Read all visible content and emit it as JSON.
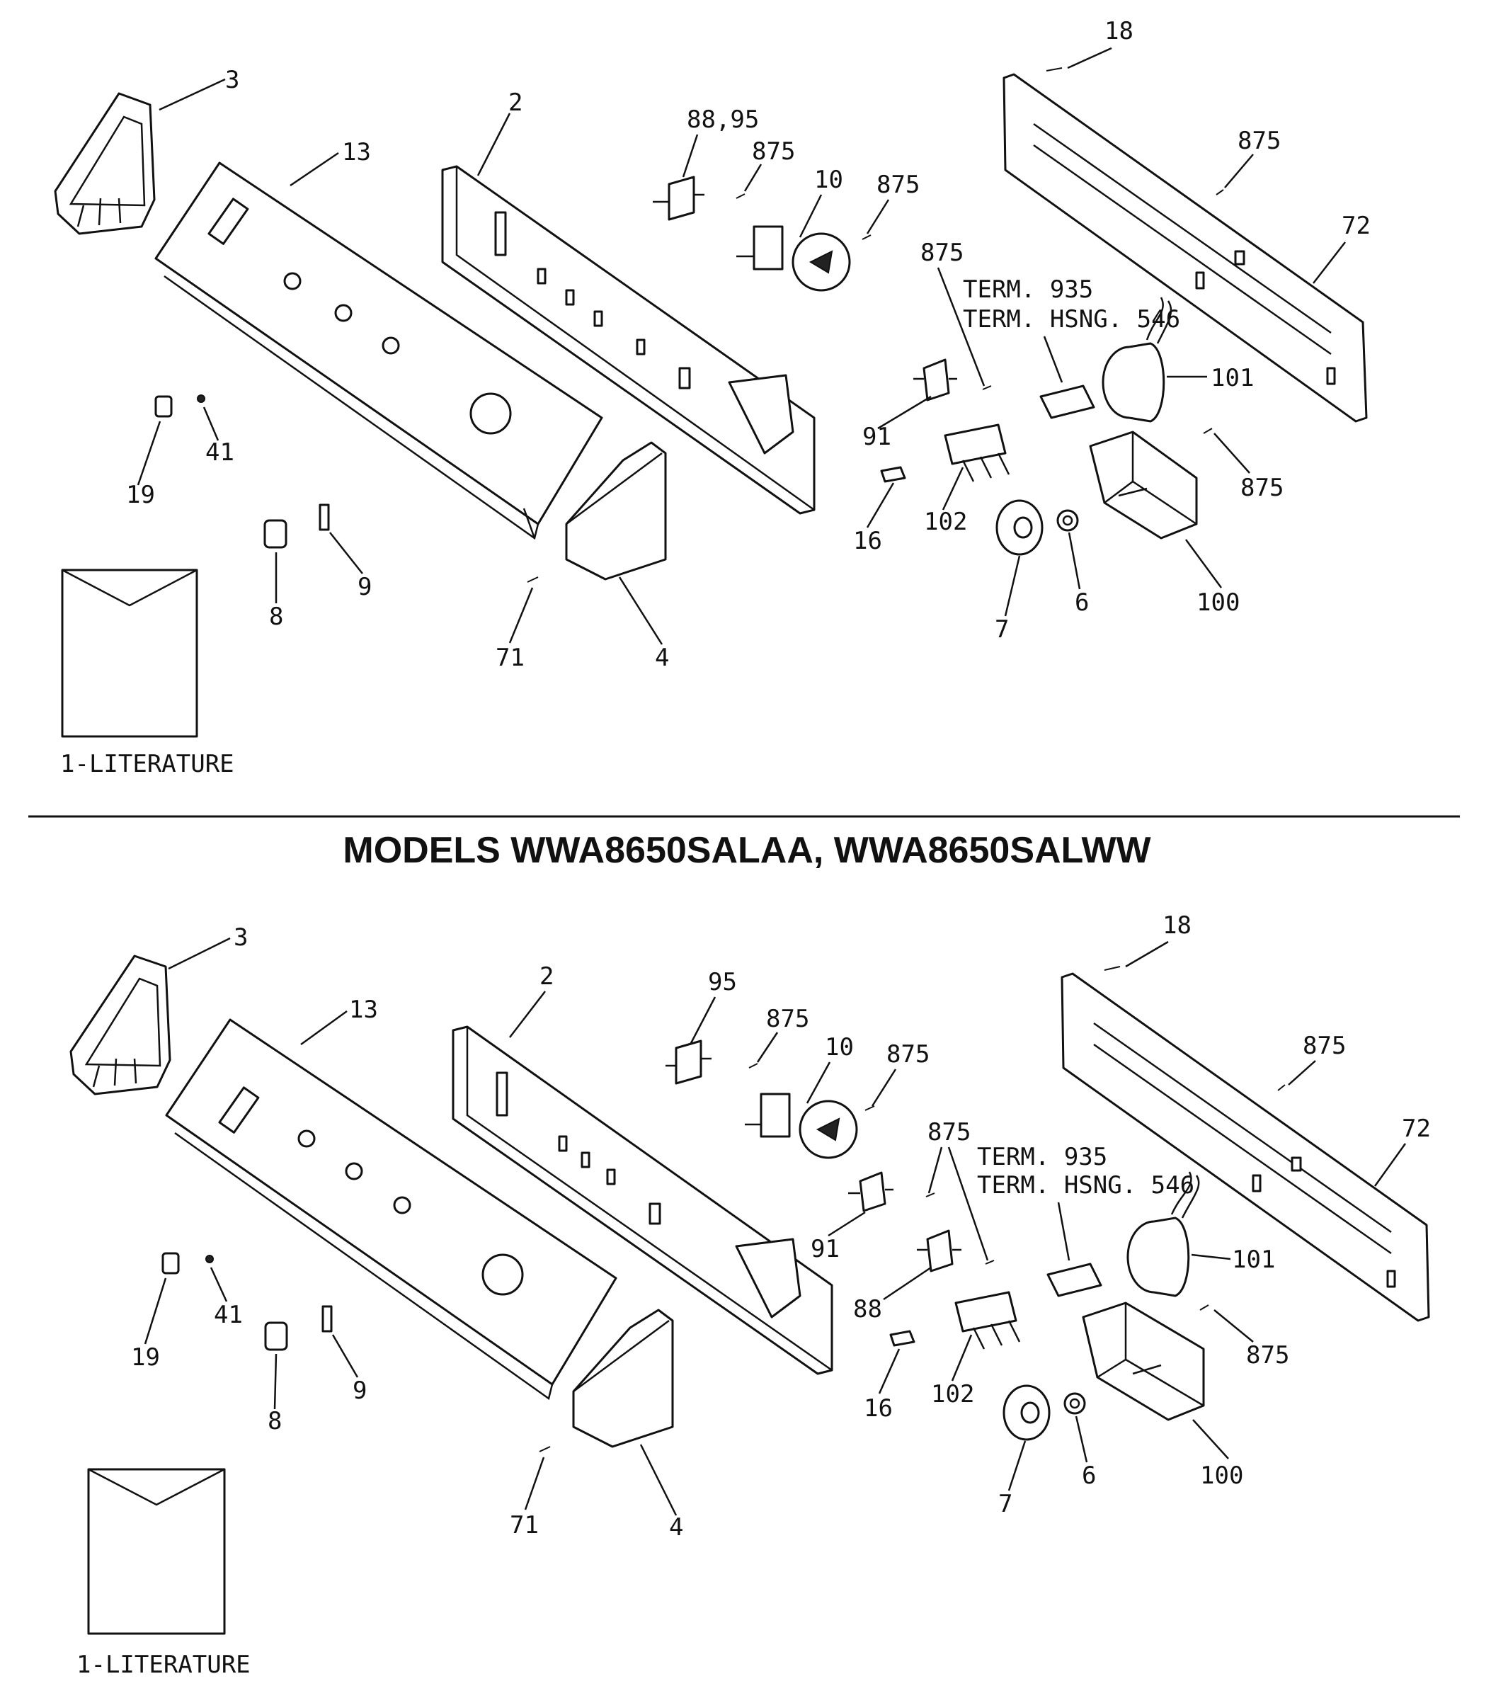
{
  "title": "MODELS WWA8650SALAA, WWA8650SALWW",
  "top": {
    "labels": {
      "p18": "18",
      "p3": "3",
      "p2": "2",
      "p13": "13",
      "p88_95": "88,95",
      "p875_a": "875",
      "p10": "10",
      "p875_b": "875",
      "p875_c": "875",
      "p72": "72",
      "p875_d": "875",
      "term1": "TERM. 935",
      "term2": "TERM. HSNG. 546",
      "p101": "101",
      "p91": "91",
      "p875_e": "875",
      "p16": "16",
      "p102": "102",
      "p19": "19",
      "p41": "41",
      "p8": "8",
      "p9": "9",
      "p71": "71",
      "p4": "4",
      "p7": "7",
      "p6": "6",
      "p100": "100",
      "literature": "1-LITERATURE"
    }
  },
  "bottom": {
    "labels": {
      "p3": "3",
      "p2": "2",
      "p13": "13",
      "p95": "95",
      "p875_a": "875",
      "p10": "10",
      "p875_b": "875",
      "p18": "18",
      "p875_c": "875",
      "p72": "72",
      "p875_d": "875",
      "term1": "TERM. 935",
      "term2": "TERM. HSNG. 546",
      "p101": "101",
      "p91": "91",
      "p88": "88",
      "p875_e": "875",
      "p16": "16",
      "p102": "102",
      "p19": "19",
      "p41": "41",
      "p8": "8",
      "p9": "9",
      "p71": "71",
      "p4": "4",
      "p7": "7",
      "p6": "6",
      "p100": "100",
      "literature": "1-LITERATURE"
    }
  }
}
